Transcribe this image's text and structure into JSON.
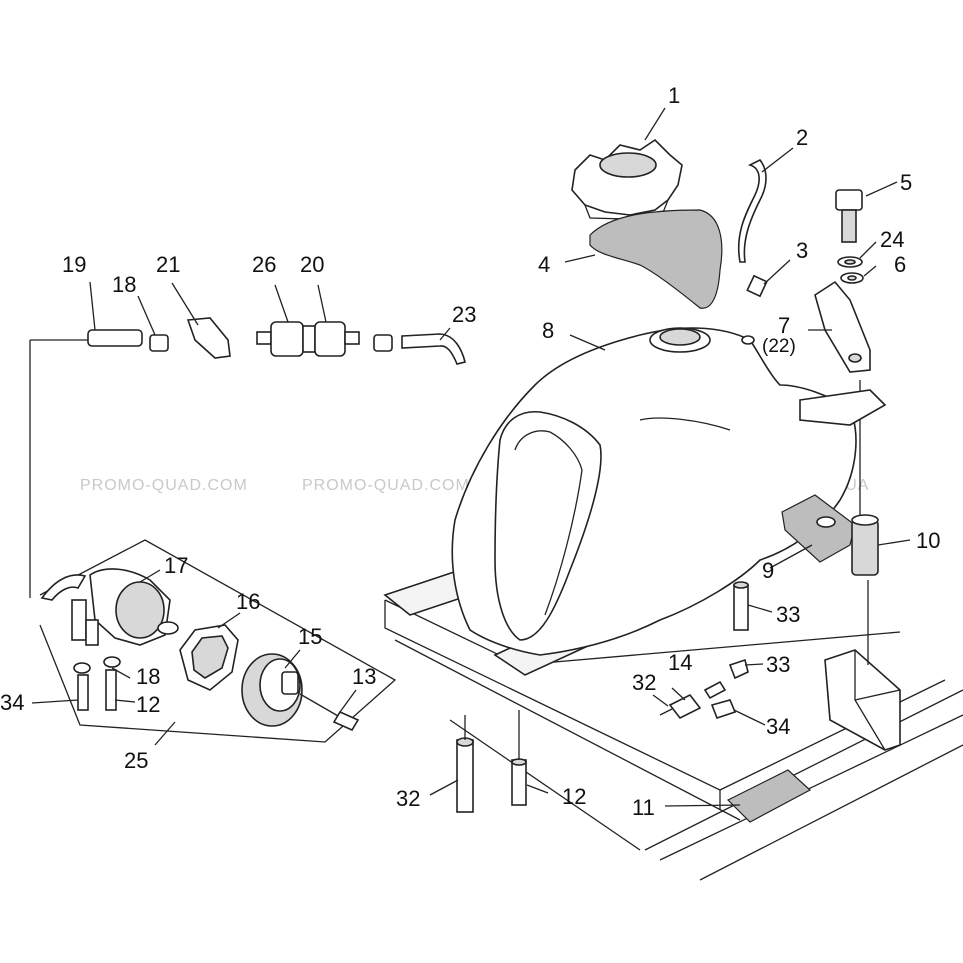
{
  "watermark": {
    "text": "PROMO-QUAD.COM",
    "text_clipped": "PROMO-QUA"
  },
  "callouts": {
    "c1": "1",
    "c2": "2",
    "c3": "3",
    "c4": "4",
    "c5": "5",
    "c6": "6",
    "c7": "7",
    "c7_alt": "(22)",
    "c8": "8",
    "c9": "9",
    "c10": "10",
    "c11": "11",
    "c12a": "12",
    "c12b": "12",
    "c13": "13",
    "c14": "14",
    "c15": "15",
    "c16": "16",
    "c17": "17",
    "c18a": "18",
    "c18b": "18",
    "c19": "19",
    "c20": "20",
    "c21": "21",
    "c23": "23",
    "c24": "24",
    "c25": "25",
    "c26": "26",
    "c32a": "32",
    "c32b": "32",
    "c33a": "33",
    "c33b": "33",
    "c34a": "34",
    "c34b": "34"
  }
}
